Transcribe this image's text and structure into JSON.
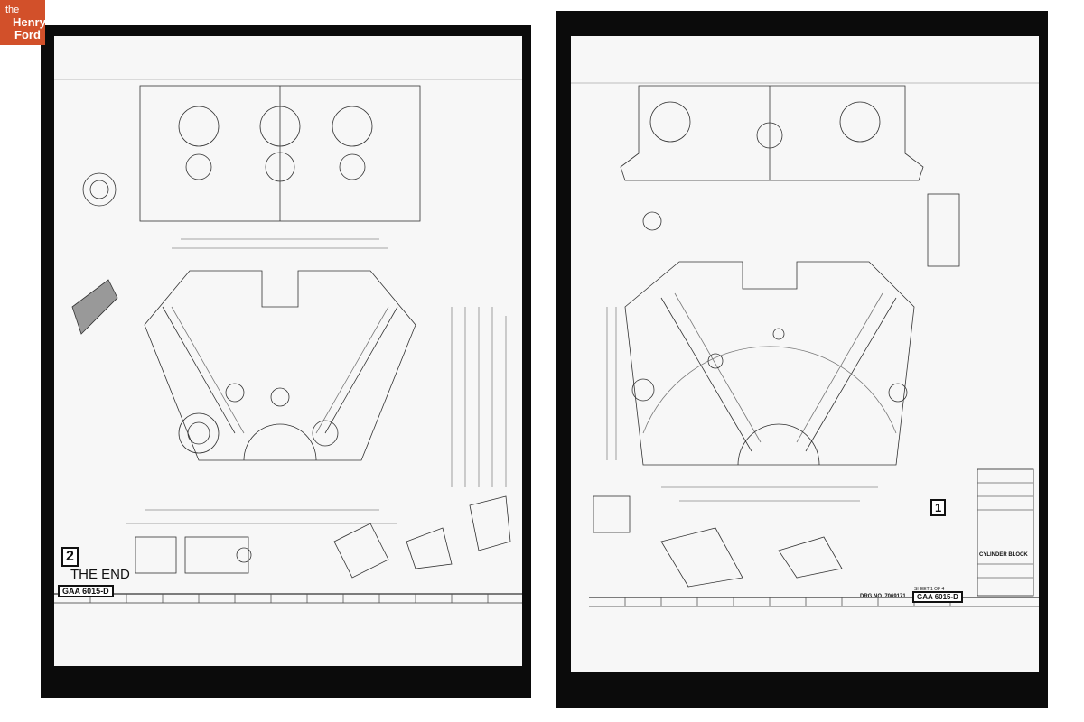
{
  "logo": {
    "the": "the",
    "henry": "Henry",
    "ford": "Ford",
    "color": "#d2502a"
  },
  "left_sheet": {
    "sheet_number": "2",
    "end_note": "THE END",
    "drawing_code": "GAA 6015-D"
  },
  "right_sheet": {
    "sheet_number": "1",
    "title": "CYLINDER BLOCK",
    "sheet_of": "SHEET 1 OF 4",
    "drawing_number": "DRG.NO. 7069171",
    "drawing_code": "GAA 6015-D"
  }
}
